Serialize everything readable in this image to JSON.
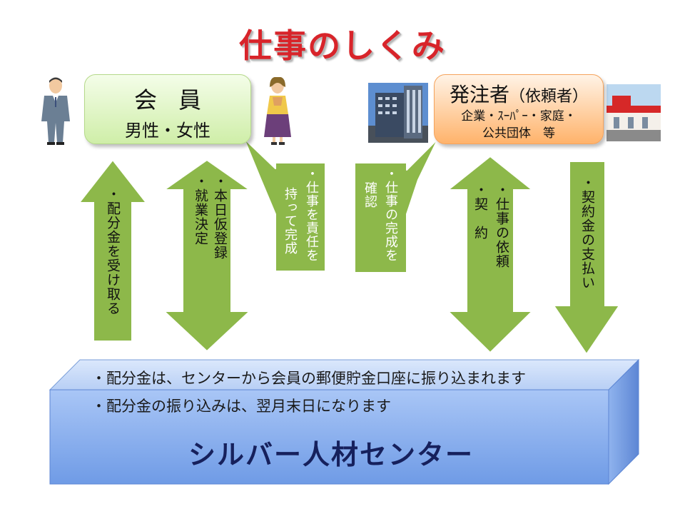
{
  "title": "仕事のしくみ",
  "member": {
    "title": "会員",
    "subtitle": "男性・女性"
  },
  "client": {
    "title": "発注者",
    "title_paren": "（依頼者）",
    "line1": "企業・ｽｰﾊﾟｰ・家庭・",
    "line2": "公共団体　等"
  },
  "arrows": {
    "receive_allocation": "・配分金を受け取る",
    "registration": "・本日仮登録",
    "job_decision": "・就業決定",
    "job_request": "・仕事の依頼",
    "contract": "・契　約",
    "payment": "・契約金の支払い"
  },
  "callouts": {
    "member_line1": "・仕事を責任を",
    "member_line2": "持って完成",
    "client_line1": "・仕事の完成を",
    "client_line2": "確認"
  },
  "center": {
    "note1": "・配分金は、センターから会員の郵便貯金口座に振り込まれます",
    "note2": "・配分金の振り込みは、翌月末日になります",
    "name": "シルバー人材センター"
  },
  "colors": {
    "arrow_green": "#8db84a",
    "title_red": "#d8242a",
    "center_blue": "#7aa5ec",
    "member_green": "#cfeea8",
    "client_orange": "#ffb36b"
  }
}
